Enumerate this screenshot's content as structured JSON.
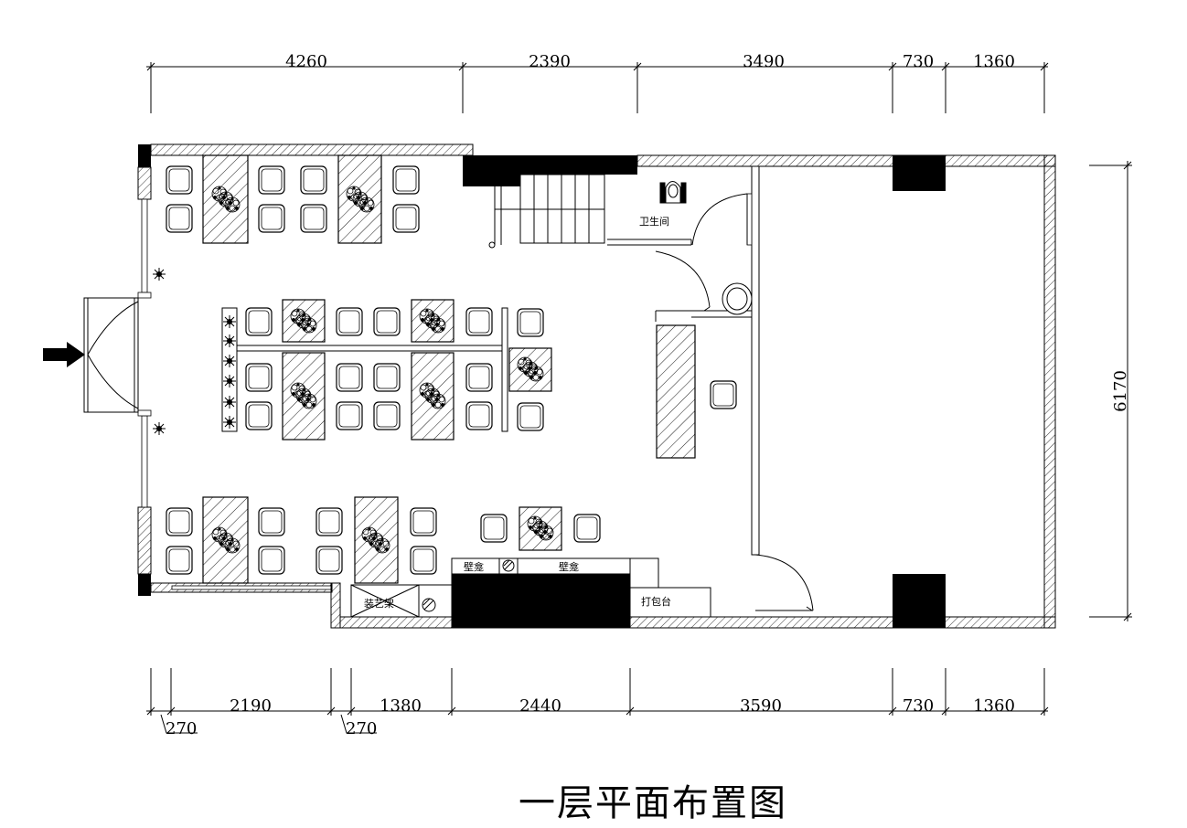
{
  "title": "一层平面布置图",
  "dimensions": {
    "top": [
      "4260",
      "2390",
      "3490",
      "730",
      "1360"
    ],
    "bottom": [
      "2190",
      "1380",
      "2440",
      "3590",
      "730",
      "1360"
    ],
    "offsets": [
      "270",
      "270"
    ],
    "right": "6170"
  },
  "rooms": {
    "toilet": "卫生间",
    "packing_counter": "打包台",
    "wall_cabinet_left": "壁龛",
    "wall_cabinet_right": "壁龛",
    "art_shelf": "装艺架"
  }
}
